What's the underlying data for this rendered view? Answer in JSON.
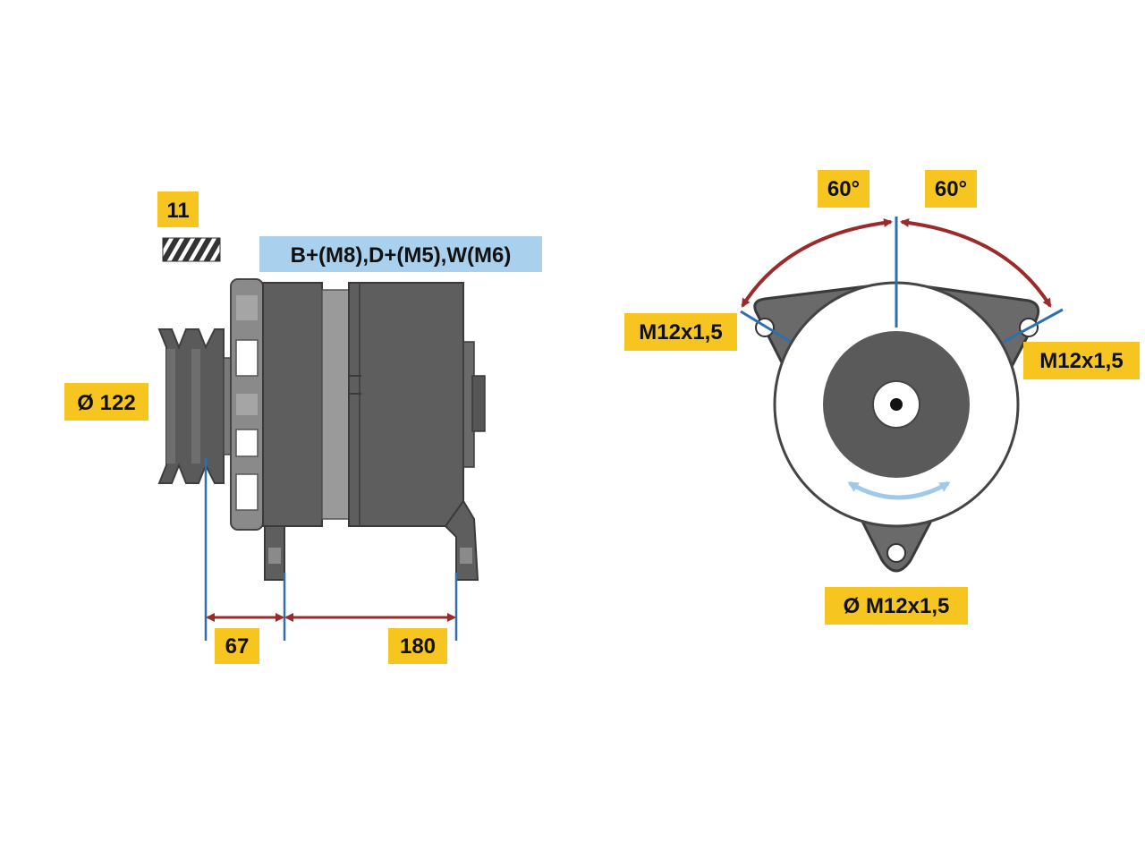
{
  "colors": {
    "label_yellow": "#f7c520",
    "label_blue": "#a9d0ec",
    "housing_dark": "#5a5a5a",
    "housing_mid": "#7a7a7a",
    "housing_light": "#9a9a9a",
    "dimension_blue": "#2f6fb0",
    "dimension_red": "#9b2a2a",
    "rotation_arrow": "#9ec9ea"
  },
  "labels": {
    "code_11": "11",
    "connections": "B+(M8),D+(M5),W(M6)",
    "pulley_diameter": "Ø 122",
    "dim_67": "67",
    "dim_180": "180",
    "angle_left": "60°",
    "angle_right": "60°",
    "thread_left": "M12x1,5",
    "thread_right": "M12x1,5",
    "thread_bottom": "Ø M12x1,5"
  },
  "icons": {
    "hatch": "hatched-bar-icon",
    "rotation": "double-arrow-rotation-icon"
  }
}
